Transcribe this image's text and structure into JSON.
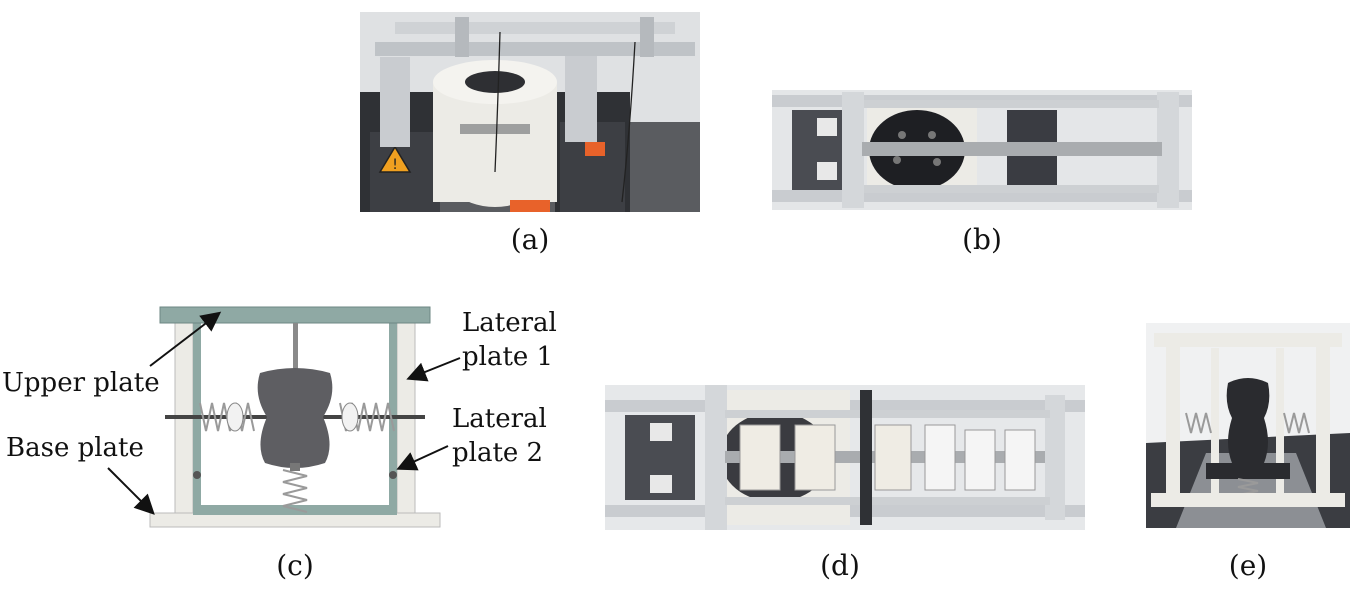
{
  "panels": {
    "a": {
      "label": "(a)"
    },
    "b": {
      "label": "(b)"
    },
    "c": {
      "label": "(c)"
    },
    "d": {
      "label": "(d)"
    },
    "e": {
      "label": "(e)"
    }
  },
  "annotations": {
    "upper_plate": "Upper plate",
    "base_plate": "Base plate",
    "lateral_plate_1": {
      "line1": "Lateral",
      "line2": "plate 1"
    },
    "lateral_plate_2": {
      "line1": "Lateral",
      "line2": "plate 2"
    }
  },
  "colors": {
    "frame": "#c9ccd0",
    "shaker_white": "#ecebe6",
    "dark_metal": "#3d3f44",
    "plate_green": "#8fa9a4",
    "mass_gray": "#5e5e62",
    "spring": "#9a9a9a",
    "warning": "#f0a020",
    "orange": "#e8622a"
  }
}
